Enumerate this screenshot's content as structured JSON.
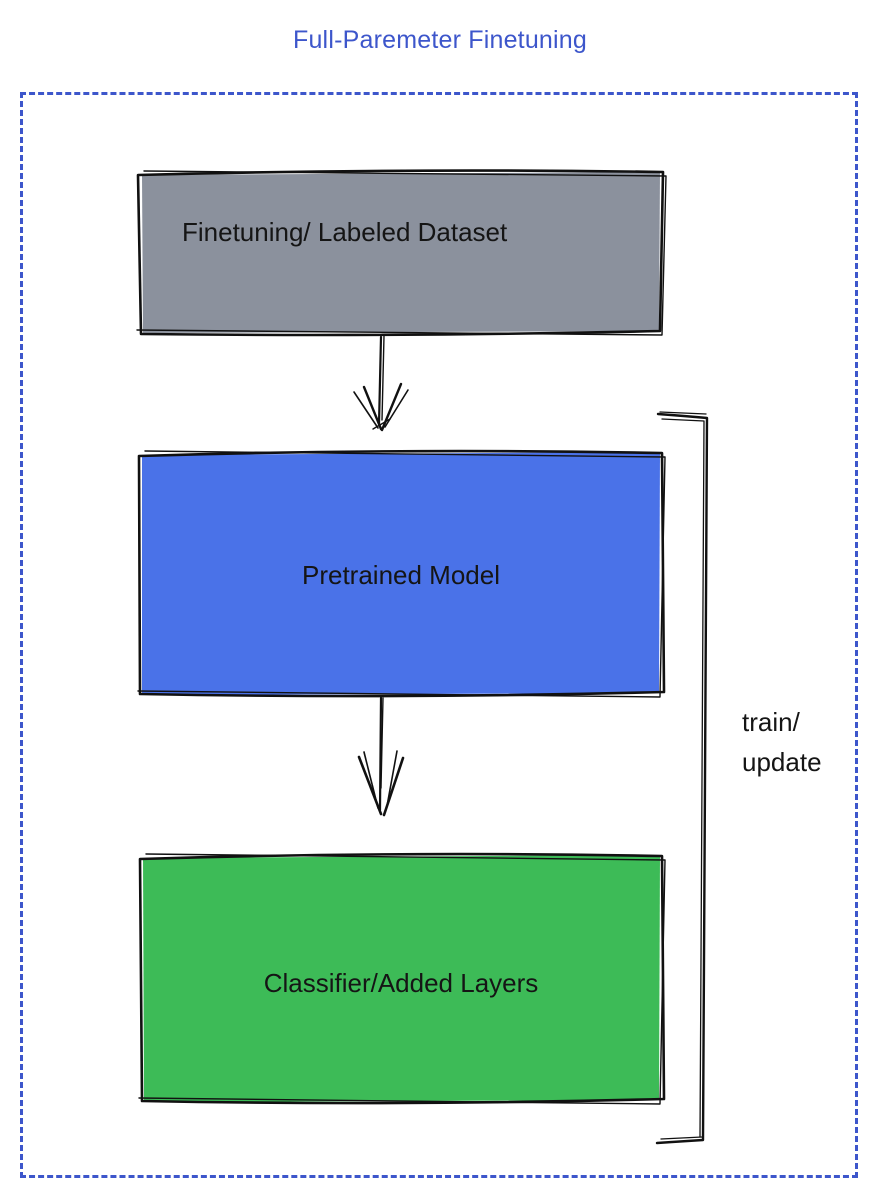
{
  "title": "Full-Paremeter Finetuning",
  "colors": {
    "title_blue": "#3d56cb",
    "border_blue": "#3d56cb",
    "dataset_gray": "#8b919d",
    "pretrained_blue": "#4a72e8",
    "classifier_green": "#3dbb57",
    "ink": "#111111"
  },
  "nodes": [
    {
      "id": "dataset",
      "label": "Finetuning/ Labeled Dataset",
      "color": "#8b919d"
    },
    {
      "id": "pretrained",
      "label": "Pretrained Model",
      "color": "#4a72e8"
    },
    {
      "id": "classifier",
      "label": "Classifier/Added Layers",
      "color": "#3dbb57"
    }
  ],
  "edges": [
    {
      "from": "dataset",
      "to": "pretrained",
      "style": "sketch-arrow"
    },
    {
      "from": "pretrained",
      "to": "classifier",
      "style": "sketch-arrow"
    }
  ],
  "bracket": {
    "spans": [
      "pretrained",
      "classifier"
    ],
    "side": "right",
    "label_lines": [
      "train/",
      "update"
    ]
  }
}
